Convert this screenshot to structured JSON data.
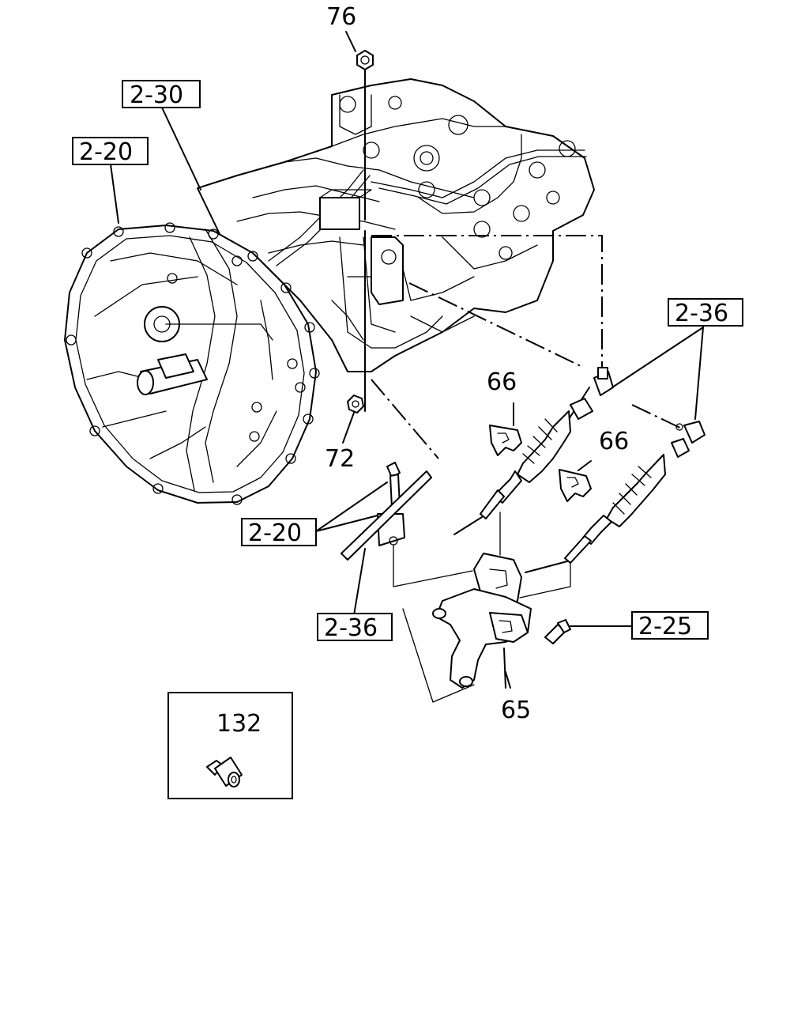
{
  "callouts": {
    "c76": "76",
    "c72": "72",
    "c66a": "66",
    "c66b": "66",
    "c65": "65",
    "c132": "132"
  },
  "references": {
    "r230": "2-30",
    "r220_top": "2-20",
    "r220_mid": "2-20",
    "r236_right": "2-36",
    "r236_left": "2-36",
    "r225": "2-25"
  }
}
